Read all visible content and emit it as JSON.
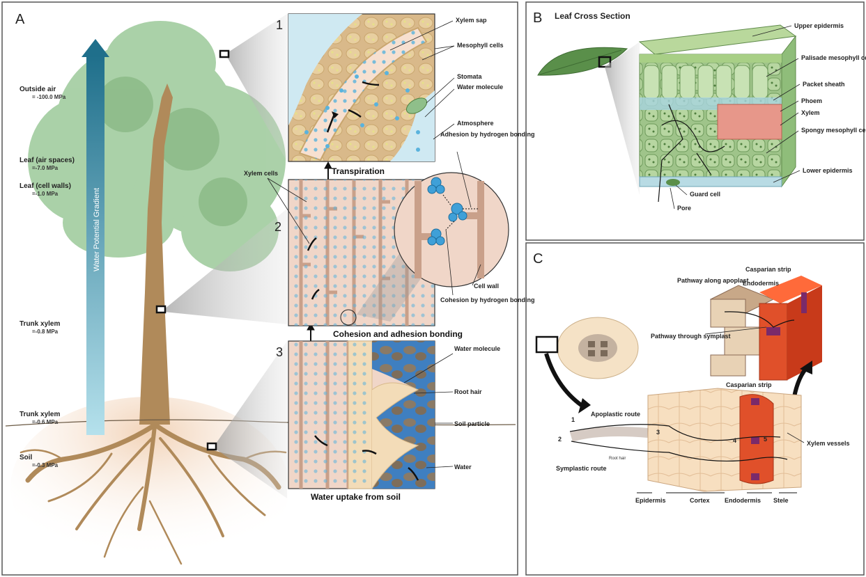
{
  "panels": {
    "a": {
      "letter": "A",
      "gradient_label": "Water Potential Gradient",
      "potentials": [
        {
          "name": "Outside air",
          "value": "= -100.0 MPa"
        },
        {
          "name": "Leaf (air spaces)",
          "value": "=-7.0 MPa"
        },
        {
          "name": "Leaf (cell walls)",
          "value": "=-1.0 MPa"
        },
        {
          "name": "Trunk xylem",
          "value": "=-0.8 MPa"
        },
        {
          "name": "Trunk xylem",
          "value": "=-0.6 MPa"
        },
        {
          "name": "Soil",
          "value": "=-0.3 MPa"
        }
      ],
      "insets": [
        {
          "number": "1",
          "caption": "Transpiration",
          "labels": [
            "Xylem sap",
            "Mesophyll cells",
            "Stomata",
            "Water molecule",
            "Atmosphere"
          ]
        },
        {
          "number": "2",
          "caption": "Cohesion and adhesion bonding",
          "labels": [
            "Xylem cells",
            "Adhesion by hydrogen bonding",
            "Cell wall",
            "Cohesion by hydrogen bonding"
          ]
        },
        {
          "number": "3",
          "caption": "Water uptake from soil",
          "labels": [
            "Water molecule",
            "Root hair",
            "Soil particle",
            "Water"
          ]
        }
      ]
    },
    "b": {
      "letter": "B",
      "title": "Leaf Cross Section",
      "labels": [
        "Upper epidermis",
        "Palisade mesophyll cell",
        "Packet sheath",
        "Phoem",
        "Xylem",
        "Spongy mesophyll cell",
        "Lower epidermis",
        "Guard cell",
        "Pore"
      ]
    },
    "c": {
      "letter": "C",
      "labels": {
        "casparian_top": "Casparian strip",
        "pathway_apoplast": "Pathway along apoplast",
        "endodermis_top": "Endodermis",
        "pathway_symplast": "Pathway through symplast",
        "casparian_mid": "Casparian strip",
        "apoplastic": "Apoplastic route",
        "symplastic": "Symplastic route",
        "root_hair": "Root hair",
        "xylem_vessels": "Xylem vessels"
      },
      "numbers": [
        "1",
        "2",
        "3",
        "4",
        "5"
      ],
      "zones": [
        "Epidermis",
        "Cortex",
        "Endodermis",
        "Stele"
      ]
    }
  },
  "colors": {
    "gradient_top": "#1f6f8b",
    "gradient_bottom": "#a9dbe8",
    "foliage": "#8fbf8a",
    "trunk": "#b08a5a",
    "cell_tan": "#e8cfa0",
    "xylem_pink": "#f0d6c8",
    "water_blue": "#5ab3dd",
    "soil_blue": "#3f7fc0",
    "leaf_green": "#5a8f4a",
    "endodermis_red": "#e0502a",
    "casparian_purple": "#7a2a6a"
  }
}
